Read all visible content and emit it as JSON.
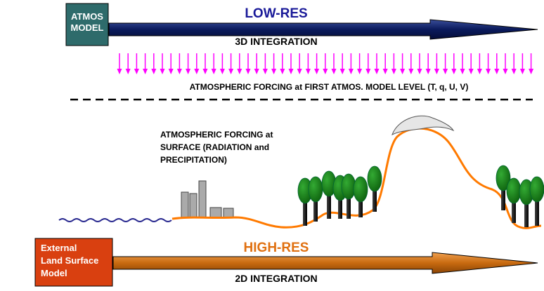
{
  "top_box": {
    "line1": "ATMOS",
    "line2": "MODEL",
    "fill": "#2e6b6b"
  },
  "top_arrow": {
    "title": "LOW-RES",
    "subtitle": "3D INTEGRATION",
    "title_color": "#1a1a99",
    "fill": "#0a1a5c"
  },
  "forcing_level": {
    "text": "ATMOSPHERIC FORCING at FIRST ATMOS. MODEL LEVEL (T, q, U, V)",
    "arrow_color": "#ff00ff"
  },
  "surface_forcing": {
    "line1": "ATMOSPHERIC FORCING at",
    "line2": "SURFACE (RADIATION and",
    "line3": "PRECIPITATION)"
  },
  "bottom_box": {
    "line1": "External",
    "line2": "Land Surface",
    "line3": "Model",
    "fill": "#d94010"
  },
  "bottom_arrow": {
    "title": "HIGH-RES",
    "subtitle": "2D INTEGRATION",
    "title_color": "#e07010",
    "fill": "#c86a10"
  },
  "colors": {
    "terrain": "#ff7a00",
    "water": "#2a2a90",
    "tree_canopy": "#117711",
    "tree_trunk": "#000000",
    "building": "#aaaaaa",
    "snow": "#e6e6e6"
  }
}
